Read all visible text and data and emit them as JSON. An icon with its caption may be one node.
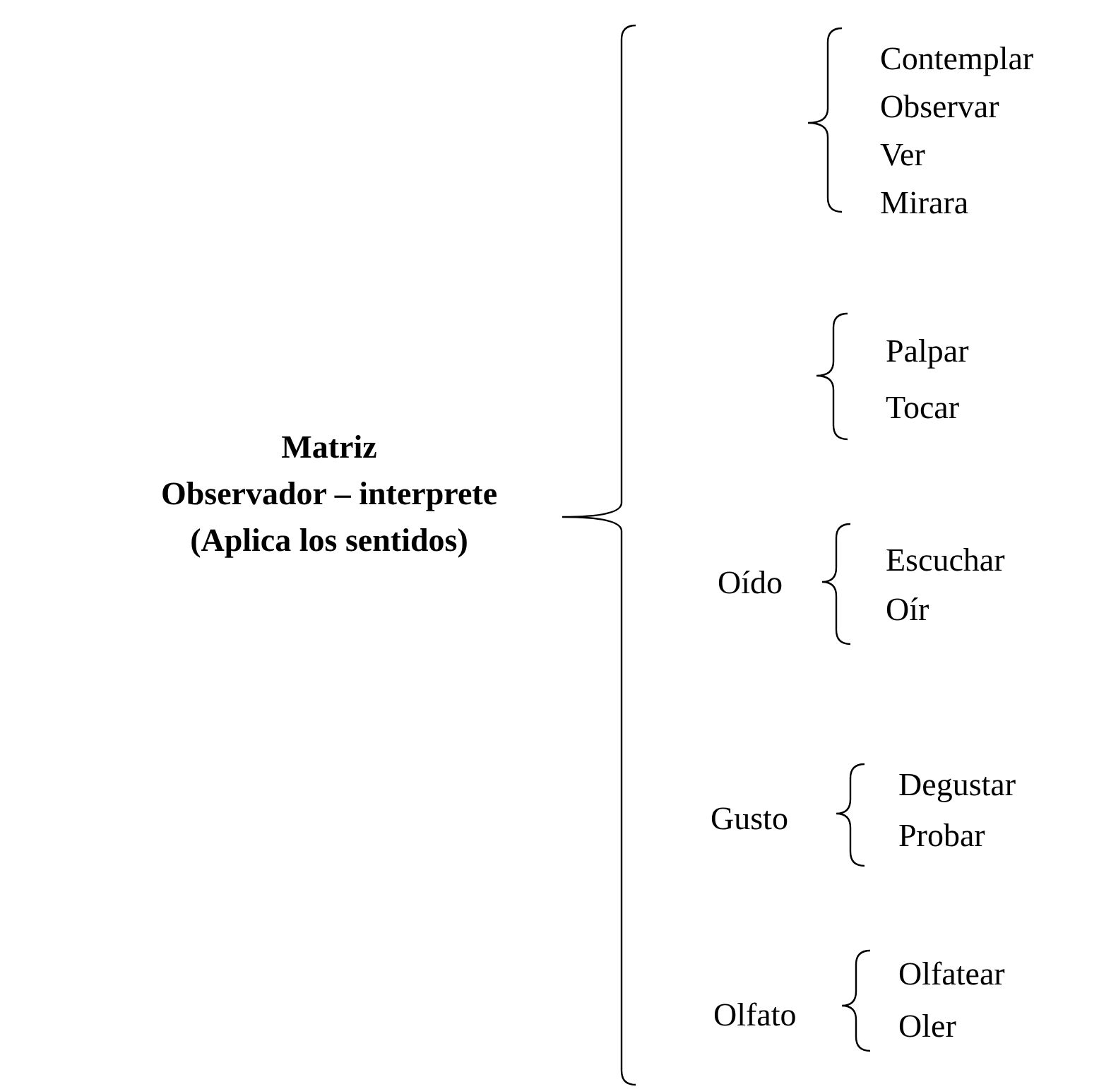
{
  "diagram": {
    "labels": [
      "Matriz Observador – interprete (Aplica los sentidos)",
      "Contemplar",
      "Observar",
      "Ver",
      "Mirara",
      "Palpar",
      "Tocar",
      "Oído",
      "Escuchar",
      "Oír",
      "Gusto",
      "Degustar",
      "Probar",
      "Olfato",
      "Olfatear",
      "Oler"
    ]
  }
}
